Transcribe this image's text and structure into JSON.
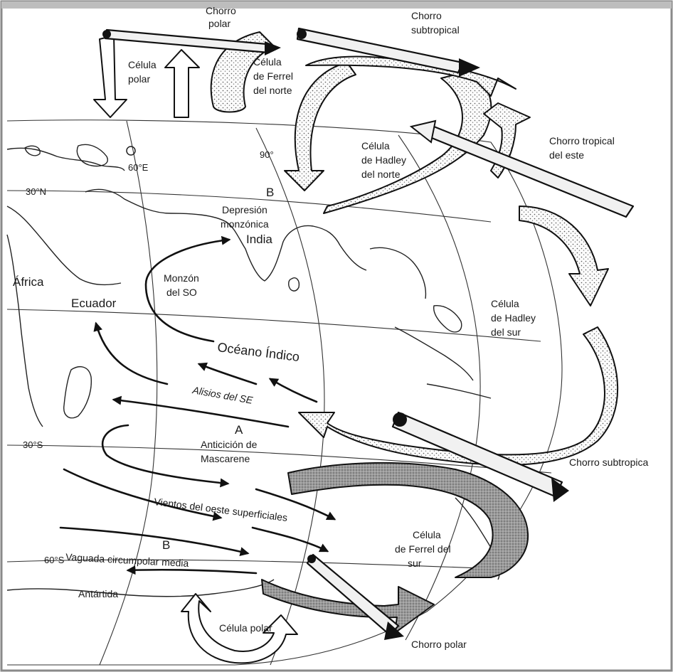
{
  "labels": {
    "polar_jet_top": [
      "Chorro",
      "polar"
    ],
    "subtropical_jet_top": [
      "Chorro",
      "subtropical"
    ],
    "polar_cell_north": [
      "Célula",
      "polar"
    ],
    "ferrel_cell_north": [
      "Célula",
      "de Ferrel",
      "del norte"
    ],
    "hadley_cell_north": [
      "Célula",
      "de Hadley",
      "del norte"
    ],
    "tropical_easterly_jet": [
      "Chorro tropical",
      "del este"
    ],
    "hadley_cell_south": [
      "Célula",
      "de Hadley",
      "del sur"
    ],
    "subtropical_jet_south": "Chorro subtropica",
    "ferrel_cell_south": [
      "Célula",
      "de Ferrel del",
      "sur"
    ],
    "polar_jet_bottom": "Chorro polar",
    "polar_cell_south": "Célula polar",
    "lat_30n": "30°N",
    "lat_30s": "30°S",
    "lat_60s": "60°S",
    "lon_60e": "60°E",
    "lon_90": "90°",
    "low_north": "B",
    "monsoon_low": [
      "Depresión",
      "monzónica"
    ],
    "india": "India",
    "africa": "África",
    "equator": "Ecuador",
    "sw_monsoon": [
      "Monzón",
      "del SO"
    ],
    "indian_ocean": "Océano Índico",
    "se_trades": "Alisios del SE",
    "high_south": "A",
    "mascarene_high": [
      "Anticición de",
      "Mascarene"
    ],
    "westerlies": "Vientos del oeste superficiales",
    "low_south": "B",
    "circumpolar_trough": "Vaguada circumpolar media",
    "antarctica": "Antártida"
  }
}
